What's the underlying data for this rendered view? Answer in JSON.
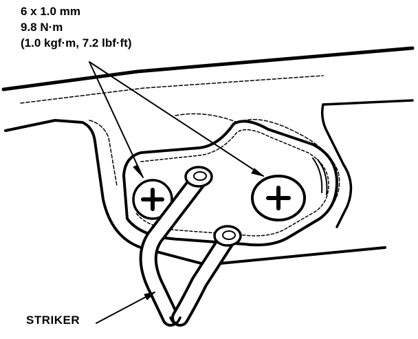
{
  "callout": {
    "size": "6 x 1.0 mm",
    "torque": "9.8 N·m",
    "conversion": "(1.0 kgf·m, 7.2 lbf·ft)"
  },
  "part_label": "STRIKER",
  "colors": {
    "ink": "#000000",
    "paper": "#ffffff"
  },
  "icons": [
    "phillips-screw-icon",
    "phillips-screw-icon",
    "striker-loop-icon"
  ]
}
